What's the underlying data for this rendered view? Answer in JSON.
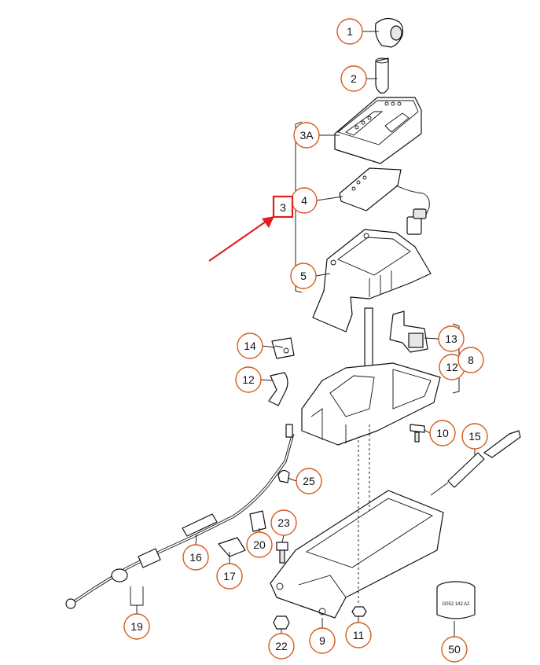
{
  "callouts": [
    "1",
    "2",
    "3A",
    "4",
    "5",
    "14",
    "13",
    "12",
    "8",
    "12",
    "10",
    "15",
    "25",
    "23",
    "20",
    "16",
    "17",
    "19",
    "22",
    "9",
    "11",
    "50"
  ],
  "highlight": {
    "label": "3",
    "color": "#e02020"
  },
  "accent_color": "#d4591b",
  "stamp_text": "G052 142 A2"
}
